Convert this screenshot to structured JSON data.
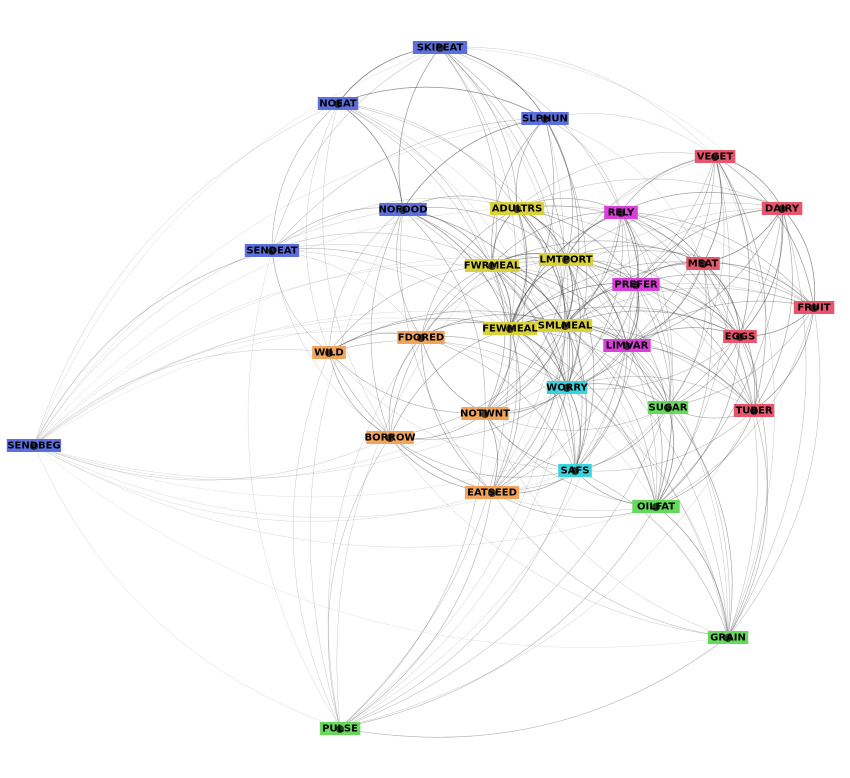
{
  "groups": {
    "blue": {
      "color": "#5c6fe0"
    },
    "yellow": {
      "color": "#d9d23a"
    },
    "magenta": {
      "color": "#d93fd9"
    },
    "red": {
      "color": "#e8566e"
    },
    "orange": {
      "color": "#f2a55a"
    },
    "cyan": {
      "color": "#3ad4df"
    },
    "green": {
      "color": "#64d95a"
    }
  },
  "nodes": [
    {
      "id": "SKIPEAT",
      "label": "SKIPEAT",
      "group": "blue"
    },
    {
      "id": "NOEAT",
      "label": "NOEAT",
      "group": "blue"
    },
    {
      "id": "SLPHUN",
      "label": "SLPHUN",
      "group": "blue"
    },
    {
      "id": "NOFOOD",
      "label": "NOFOOD",
      "group": "blue"
    },
    {
      "id": "SENDEAT",
      "label": "SENDEAT",
      "group": "blue"
    },
    {
      "id": "SENDBEG",
      "label": "SENDBEG",
      "group": "blue"
    },
    {
      "id": "ADULTRS",
      "label": "ADULTRS",
      "group": "yellow"
    },
    {
      "id": "FWRMEAL",
      "label": "FWRMEAL",
      "group": "yellow"
    },
    {
      "id": "LMTPORT",
      "label": "LMTPORT",
      "group": "yellow"
    },
    {
      "id": "FEWMEAL",
      "label": "FEWMEAL",
      "group": "yellow"
    },
    {
      "id": "SMLMEAL",
      "label": "SMLMEAL",
      "group": "yellow"
    },
    {
      "id": "RELY",
      "label": "RELY",
      "group": "magenta"
    },
    {
      "id": "PREFER",
      "label": "PREFER",
      "group": "magenta"
    },
    {
      "id": "LIMVAR",
      "label": "LIMVAR",
      "group": "magenta"
    },
    {
      "id": "VEGET",
      "label": "VEGET",
      "group": "red"
    },
    {
      "id": "DAIRY",
      "label": "DAIRY",
      "group": "red"
    },
    {
      "id": "MEAT",
      "label": "MEAT",
      "group": "red"
    },
    {
      "id": "FRUIT",
      "label": "FRUIT",
      "group": "red"
    },
    {
      "id": "EGGS",
      "label": "EGGS",
      "group": "red"
    },
    {
      "id": "TUBER",
      "label": "TUBER",
      "group": "red"
    },
    {
      "id": "WILD",
      "label": "WILD",
      "group": "orange"
    },
    {
      "id": "FDORED",
      "label": "FDORED",
      "group": "orange"
    },
    {
      "id": "NOTWNT",
      "label": "NOTWNT",
      "group": "orange"
    },
    {
      "id": "BORROW",
      "label": "BORROW",
      "group": "orange"
    },
    {
      "id": "EATSEED",
      "label": "EATSEED",
      "group": "orange"
    },
    {
      "id": "WORRY",
      "label": "WORRY",
      "group": "cyan"
    },
    {
      "id": "SAFS",
      "label": "SAFS",
      "group": "cyan"
    },
    {
      "id": "SUGAR",
      "label": "SUGAR",
      "group": "green"
    },
    {
      "id": "OILFAT",
      "label": "OILFAT",
      "group": "green"
    },
    {
      "id": "GRAIN",
      "label": "GRAIN",
      "group": "green"
    },
    {
      "id": "PULSE",
      "label": "PULSE",
      "group": "green"
    }
  ],
  "edges": [
    [
      "SKIPEAT",
      "NOEAT",
      0.9
    ],
    [
      "SKIPEAT",
      "SLPHUN",
      0.9
    ],
    [
      "SKIPEAT",
      "NOFOOD",
      0.7
    ],
    [
      "SKIPEAT",
      "SENDEAT",
      0.4
    ],
    [
      "SKIPEAT",
      "ADULTRS",
      0.5
    ],
    [
      "SKIPEAT",
      "FWRMEAL",
      0.5
    ],
    [
      "SKIPEAT",
      "LMTPORT",
      0.5
    ],
    [
      "SKIPEAT",
      "VEGET",
      0.3
    ],
    [
      "SKIPEAT",
      "RELY",
      0.4
    ],
    [
      "SKIPEAT",
      "SENDBEG",
      0.2
    ],
    [
      "SKIPEAT",
      "FEWMEAL",
      0.4
    ],
    [
      "SKIPEAT",
      "SMLMEAL",
      0.4
    ],
    [
      "SKIPEAT",
      "DAIRY",
      0.2
    ],
    [
      "SKIPEAT",
      "WORRY",
      0.3
    ],
    [
      "NOEAT",
      "SLPHUN",
      0.8
    ],
    [
      "NOEAT",
      "NOFOOD",
      0.8
    ],
    [
      "NOEAT",
      "SENDEAT",
      0.5
    ],
    [
      "NOEAT",
      "SENDBEG",
      0.3
    ],
    [
      "NOEAT",
      "FWRMEAL",
      0.4
    ],
    [
      "NOEAT",
      "FEWMEAL",
      0.4
    ],
    [
      "NOEAT",
      "WILD",
      0.3
    ],
    [
      "NOEAT",
      "BORROW",
      0.3
    ],
    [
      "NOEAT",
      "ADULTRS",
      0.4
    ],
    [
      "NOEAT",
      "LMTPORT",
      0.4
    ],
    [
      "NOEAT",
      "SMLMEAL",
      0.3
    ],
    [
      "NOEAT",
      "WORRY",
      0.3
    ],
    [
      "SLPHUN",
      "NOFOOD",
      0.8
    ],
    [
      "SLPHUN",
      "ADULTRS",
      0.6
    ],
    [
      "SLPHUN",
      "LMTPORT",
      0.6
    ],
    [
      "SLPHUN",
      "FWRMEAL",
      0.6
    ],
    [
      "SLPHUN",
      "FEWMEAL",
      0.6
    ],
    [
      "SLPHUN",
      "SMLMEAL",
      0.6
    ],
    [
      "SLPHUN",
      "SENDEAT",
      0.4
    ],
    [
      "SLPHUN",
      "WORRY",
      0.5
    ],
    [
      "SLPHUN",
      "RELY",
      0.4
    ],
    [
      "SLPHUN",
      "VEGET",
      0.3
    ],
    [
      "SLPHUN",
      "MEAT",
      0.3
    ],
    [
      "SLPHUN",
      "SENDBEG",
      0.2
    ],
    [
      "SLPHUN",
      "EATSEED",
      0.3
    ],
    [
      "NOFOOD",
      "SENDEAT",
      0.5
    ],
    [
      "NOFOOD",
      "FWRMEAL",
      0.7
    ],
    [
      "NOFOOD",
      "FEWMEAL",
      0.7
    ],
    [
      "NOFOOD",
      "SMLMEAL",
      0.6
    ],
    [
      "NOFOOD",
      "LMTPORT",
      0.6
    ],
    [
      "NOFOOD",
      "ADULTRS",
      0.6
    ],
    [
      "NOFOOD",
      "WORRY",
      0.6
    ],
    [
      "NOFOOD",
      "WILD",
      0.4
    ],
    [
      "NOFOOD",
      "FDORED",
      0.5
    ],
    [
      "NOFOOD",
      "BORROW",
      0.5
    ],
    [
      "NOFOOD",
      "NOTWNT",
      0.5
    ],
    [
      "NOFOOD",
      "SAFS",
      0.4
    ],
    [
      "NOFOOD",
      "EATSEED",
      0.4
    ],
    [
      "NOFOOD",
      "PULSE",
      0.3
    ],
    [
      "NOFOOD",
      "SENDBEG",
      0.3
    ],
    [
      "SENDEAT",
      "SENDBEG",
      0.5
    ],
    [
      "SENDEAT",
      "WILD",
      0.4
    ],
    [
      "SENDEAT",
      "FWRMEAL",
      0.4
    ],
    [
      "SENDEAT",
      "FEWMEAL",
      0.4
    ],
    [
      "SENDEAT",
      "BORROW",
      0.3
    ],
    [
      "SENDEAT",
      "FDORED",
      0.3
    ],
    [
      "SENDEAT",
      "WORRY",
      0.3
    ],
    [
      "SENDEAT",
      "PULSE",
      0.2
    ],
    [
      "SENDEAT",
      "SMLMEAL",
      0.3
    ],
    [
      "SENDEAT",
      "ADULTRS",
      0.3
    ],
    [
      "SENDBEG",
      "WILD",
      0.3
    ],
    [
      "SENDBEG",
      "BORROW",
      0.3
    ],
    [
      "SENDBEG",
      "FEWMEAL",
      0.2
    ],
    [
      "SENDBEG",
      "SMLMEAL",
      0.2
    ],
    [
      "SENDBEG",
      "WORRY",
      0.2
    ],
    [
      "SENDBEG",
      "SAFS",
      0.2
    ],
    [
      "SENDBEG",
      "PULSE",
      0.2
    ],
    [
      "SENDBEG",
      "NOTWNT",
      0.2
    ],
    [
      "SENDBEG",
      "EATSEED",
      0.2
    ],
    [
      "SENDBEG",
      "OILFAT",
      0.2
    ],
    [
      "SENDBEG",
      "SUGAR",
      0.15
    ],
    [
      "SENDBEG",
      "LMTPORT",
      0.2
    ],
    [
      "SENDBEG",
      "FWRMEAL",
      0.2
    ],
    [
      "SENDBEG",
      "FDORED",
      0.2
    ],
    [
      "SENDBEG",
      "ADULTRS",
      0.2
    ],
    [
      "SENDBEG",
      "LIMVAR",
      0.15
    ],
    [
      "SENDBEG",
      "GRAIN",
      0.15
    ],
    [
      "ADULTRS",
      "FWRMEAL",
      0.8
    ],
    [
      "ADULTRS",
      "LMTPORT",
      0.8
    ],
    [
      "ADULTRS",
      "FEWMEAL",
      0.8
    ],
    [
      "ADULTRS",
      "SMLMEAL",
      0.8
    ],
    [
      "ADULTRS",
      "RELY",
      0.6
    ],
    [
      "ADULTRS",
      "PREFER",
      0.6
    ],
    [
      "ADULTRS",
      "LIMVAR",
      0.6
    ],
    [
      "ADULTRS",
      "WORRY",
      0.7
    ],
    [
      "ADULTRS",
      "VEGET",
      0.4
    ],
    [
      "ADULTRS",
      "MEAT",
      0.5
    ],
    [
      "ADULTRS",
      "DAIRY",
      0.4
    ],
    [
      "ADULTRS",
      "NOTWNT",
      0.5
    ],
    [
      "ADULTRS",
      "FDORED",
      0.5
    ],
    [
      "ADULTRS",
      "EGGS",
      0.4
    ],
    [
      "ADULTRS",
      "FRUIT",
      0.3
    ],
    [
      "ADULTRS",
      "SAFS",
      0.5
    ],
    [
      "FWRMEAL",
      "LMTPORT",
      0.9
    ],
    [
      "FWRMEAL",
      "FEWMEAL",
      0.9
    ],
    [
      "FWRMEAL",
      "SMLMEAL",
      0.9
    ],
    [
      "FWRMEAL",
      "WORRY",
      0.7
    ],
    [
      "FWRMEAL",
      "RELY",
      0.6
    ],
    [
      "FWRMEAL",
      "PREFER",
      0.6
    ],
    [
      "FWRMEAL",
      "LIMVAR",
      0.6
    ],
    [
      "FWRMEAL",
      "FDORED",
      0.6
    ],
    [
      "FWRMEAL",
      "NOTWNT",
      0.6
    ],
    [
      "FWRMEAL",
      "BORROW",
      0.5
    ],
    [
      "FWRMEAL",
      "WILD",
      0.5
    ],
    [
      "FWRMEAL",
      "MEAT",
      0.5
    ],
    [
      "FWRMEAL",
      "EGGS",
      0.4
    ],
    [
      "FWRMEAL",
      "SAFS",
      0.5
    ],
    [
      "FWRMEAL",
      "EATSEED",
      0.5
    ],
    [
      "FWRMEAL",
      "SUGAR",
      0.4
    ],
    [
      "FWRMEAL",
      "TUBER",
      0.3
    ],
    [
      "FWRMEAL",
      "PULSE",
      0.3
    ],
    [
      "FWRMEAL",
      "OILFAT",
      0.3
    ],
    [
      "LMTPORT",
      "FEWMEAL",
      0.9
    ],
    [
      "LMTPORT",
      "SMLMEAL",
      0.9
    ],
    [
      "LMTPORT",
      "RELY",
      0.7
    ],
    [
      "LMTPORT",
      "PREFER",
      0.7
    ],
    [
      "LMTPORT",
      "LIMVAR",
      0.7
    ],
    [
      "LMTPORT",
      "WORRY",
      0.7
    ],
    [
      "LMTPORT",
      "MEAT",
      0.5
    ],
    [
      "LMTPORT",
      "VEGET",
      0.4
    ],
    [
      "LMTPORT",
      "DAIRY",
      0.4
    ],
    [
      "LMTPORT",
      "EGGS",
      0.5
    ],
    [
      "LMTPORT",
      "FRUIT",
      0.4
    ],
    [
      "LMTPORT",
      "NOTWNT",
      0.5
    ],
    [
      "LMTPORT",
      "SAFS",
      0.6
    ],
    [
      "LMTPORT",
      "SUGAR",
      0.5
    ],
    [
      "LMTPORT",
      "OILFAT",
      0.4
    ],
    [
      "LMTPORT",
      "TUBER",
      0.4
    ],
    [
      "LMTPORT",
      "FDORED",
      0.5
    ],
    [
      "LMTPORT",
      "EATSEED",
      0.4
    ],
    [
      "LMTPORT",
      "GRAIN",
      0.3
    ],
    [
      "FEWMEAL",
      "SMLMEAL",
      0.95
    ],
    [
      "FEWMEAL",
      "WORRY",
      0.8
    ],
    [
      "FEWMEAL",
      "RELY",
      0.7
    ],
    [
      "FEWMEAL",
      "PREFER",
      0.7
    ],
    [
      "FEWMEAL",
      "LIMVAR",
      0.7
    ],
    [
      "FEWMEAL",
      "FDORED",
      0.7
    ],
    [
      "FEWMEAL",
      "NOTWNT",
      0.7
    ],
    [
      "FEWMEAL",
      "BORROW",
      0.6
    ],
    [
      "FEWMEAL",
      "WILD",
      0.6
    ],
    [
      "FEWMEAL",
      "EATSEED",
      0.6
    ],
    [
      "FEWMEAL",
      "SAFS",
      0.7
    ],
    [
      "FEWMEAL",
      "MEAT",
      0.5
    ],
    [
      "FEWMEAL",
      "EGGS",
      0.5
    ],
    [
      "FEWMEAL",
      "SUGAR",
      0.5
    ],
    [
      "FEWMEAL",
      "OILFAT",
      0.5
    ],
    [
      "FEWMEAL",
      "TUBER",
      0.4
    ],
    [
      "FEWMEAL",
      "PULSE",
      0.4
    ],
    [
      "FEWMEAL",
      "GRAIN",
      0.3
    ],
    [
      "FEWMEAL",
      "FRUIT",
      0.3
    ],
    [
      "FEWMEAL",
      "DAIRY",
      0.3
    ],
    [
      "FEWMEAL",
      "VEGET",
      0.3
    ],
    [
      "SMLMEAL",
      "WORRY",
      0.8
    ],
    [
      "SMLMEAL",
      "RELY",
      0.7
    ],
    [
      "SMLMEAL",
      "PREFER",
      0.8
    ],
    [
      "SMLMEAL",
      "LIMVAR",
      0.8
    ],
    [
      "SMLMEAL",
      "FDORED",
      0.6
    ],
    [
      "SMLMEAL",
      "NOTWNT",
      0.7
    ],
    [
      "SMLMEAL",
      "BORROW",
      0.5
    ],
    [
      "SMLMEAL",
      "WILD",
      0.5
    ],
    [
      "SMLMEAL",
      "EATSEED",
      0.6
    ],
    [
      "SMLMEAL",
      "SAFS",
      0.7
    ],
    [
      "SMLMEAL",
      "MEAT",
      0.6
    ],
    [
      "SMLMEAL",
      "EGGS",
      0.6
    ],
    [
      "SMLMEAL",
      "SUGAR",
      0.6
    ],
    [
      "SMLMEAL",
      "OILFAT",
      0.5
    ],
    [
      "SMLMEAL",
      "TUBER",
      0.5
    ],
    [
      "SMLMEAL",
      "FRUIT",
      0.4
    ],
    [
      "SMLMEAL",
      "DAIRY",
      0.4
    ],
    [
      "SMLMEAL",
      "VEGET",
      0.4
    ],
    [
      "SMLMEAL",
      "GRAIN",
      0.4
    ],
    [
      "SMLMEAL",
      "PULSE",
      0.3
    ],
    [
      "RELY",
      "PREFER",
      0.8
    ],
    [
      "RELY",
      "LIMVAR",
      0.8
    ],
    [
      "RELY",
      "VEGET",
      0.6
    ],
    [
      "RELY",
      "DAIRY",
      0.6
    ],
    [
      "RELY",
      "MEAT",
      0.7
    ],
    [
      "RELY",
      "EGGS",
      0.6
    ],
    [
      "RELY",
      "FRUIT",
      0.5
    ],
    [
      "RELY",
      "TUBER",
      0.5
    ],
    [
      "RELY",
      "WORRY",
      0.5
    ],
    [
      "RELY",
      "SUGAR",
      0.4
    ],
    [
      "RELY",
      "OILFAT",
      0.4
    ],
    [
      "RELY",
      "NOTWNT",
      0.4
    ],
    [
      "RELY",
      "SAFS",
      0.4
    ],
    [
      "PREFER",
      "LIMVAR",
      0.9
    ],
    [
      "PREFER",
      "MEAT",
      0.7
    ],
    [
      "PREFER",
      "EGGS",
      0.7
    ],
    [
      "PREFER",
      "FRUIT",
      0.6
    ],
    [
      "PREFER",
      "DAIRY",
      0.6
    ],
    [
      "PREFER",
      "VEGET",
      0.6
    ],
    [
      "PREFER",
      "TUBER",
      0.6
    ],
    [
      "PREFER",
      "WORRY",
      0.6
    ],
    [
      "PREFER",
      "SUGAR",
      0.5
    ],
    [
      "PREFER",
      "OILFAT",
      0.5
    ],
    [
      "PREFER",
      "SAFS",
      0.5
    ],
    [
      "PREFER",
      "NOTWNT",
      0.4
    ],
    [
      "LIMVAR",
      "MEAT",
      0.7
    ],
    [
      "LIMVAR",
      "EGGS",
      0.7
    ],
    [
      "LIMVAR",
      "FRUIT",
      0.6
    ],
    [
      "LIMVAR",
      "DAIRY",
      0.6
    ],
    [
      "LIMVAR",
      "VEGET",
      0.5
    ],
    [
      "LIMVAR",
      "TUBER",
      0.6
    ],
    [
      "LIMVAR",
      "WORRY",
      0.7
    ],
    [
      "LIMVAR",
      "SUGAR",
      0.6
    ],
    [
      "LIMVAR",
      "OILFAT",
      0.6
    ],
    [
      "LIMVAR",
      "SAFS",
      0.6
    ],
    [
      "LIMVAR",
      "NOTWNT",
      0.5
    ],
    [
      "LIMVAR",
      "EATSEED",
      0.4
    ],
    [
      "LIMVAR",
      "GRAIN",
      0.4
    ],
    [
      "LIMVAR",
      "PULSE",
      0.3
    ],
    [
      "VEGET",
      "DAIRY",
      0.8
    ],
    [
      "VEGET",
      "MEAT",
      0.8
    ],
    [
      "VEGET",
      "FRUIT",
      0.7
    ],
    [
      "VEGET",
      "EGGS",
      0.7
    ],
    [
      "VEGET",
      "TUBER",
      0.6
    ],
    [
      "VEGET",
      "SUGAR",
      0.4
    ],
    [
      "VEGET",
      "OILFAT",
      0.4
    ],
    [
      "VEGET",
      "GRAIN",
      0.3
    ],
    [
      "DAIRY",
      "MEAT",
      0.8
    ],
    [
      "DAIRY",
      "FRUIT",
      0.8
    ],
    [
      "DAIRY",
      "EGGS",
      0.8
    ],
    [
      "DAIRY",
      "TUBER",
      0.6
    ],
    [
      "DAIRY",
      "SUGAR",
      0.5
    ],
    [
      "DAIRY",
      "OILFAT",
      0.5
    ],
    [
      "DAIRY",
      "GRAIN",
      0.4
    ],
    [
      "MEAT",
      "FRUIT",
      0.7
    ],
    [
      "MEAT",
      "EGGS",
      0.9
    ],
    [
      "MEAT",
      "TUBER",
      0.6
    ],
    [
      "MEAT",
      "SUGAR",
      0.5
    ],
    [
      "MEAT",
      "OILFAT",
      0.5
    ],
    [
      "MEAT",
      "GRAIN",
      0.4
    ],
    [
      "MEAT",
      "WORRY",
      0.4
    ],
    [
      "FRUIT",
      "EGGS",
      0.8
    ],
    [
      "FRUIT",
      "TUBER",
      0.7
    ],
    [
      "FRUIT",
      "SUGAR",
      0.5
    ],
    [
      "FRUIT",
      "OILFAT",
      0.4
    ],
    [
      "FRUIT",
      "GRAIN",
      0.4
    ],
    [
      "EGGS",
      "TUBER",
      0.7
    ],
    [
      "EGGS",
      "SUGAR",
      0.6
    ],
    [
      "EGGS",
      "OILFAT",
      0.6
    ],
    [
      "EGGS",
      "GRAIN",
      0.5
    ],
    [
      "EGGS",
      "WORRY",
      0.4
    ],
    [
      "TUBER",
      "SUGAR",
      0.6
    ],
    [
      "TUBER",
      "OILFAT",
      0.6
    ],
    [
      "TUBER",
      "GRAIN",
      0.5
    ],
    [
      "TUBER",
      "PULSE",
      0.3
    ],
    [
      "WILD",
      "FDORED",
      0.6
    ],
    [
      "WILD",
      "BORROW",
      0.6
    ],
    [
      "WILD",
      "NOTWNT",
      0.5
    ],
    [
      "WILD",
      "EATSEED",
      0.5
    ],
    [
      "WILD",
      "PULSE",
      0.3
    ],
    [
      "WILD",
      "SAFS",
      0.3
    ],
    [
      "WILD",
      "WORRY",
      0.4
    ],
    [
      "FDORED",
      "NOTWNT",
      0.7
    ],
    [
      "FDORED",
      "BORROW",
      0.6
    ],
    [
      "FDORED",
      "EATSEED",
      0.6
    ],
    [
      "FDORED",
      "WORRY",
      0.6
    ],
    [
      "FDORED",
      "SAFS",
      0.5
    ],
    [
      "FDORED",
      "PULSE",
      0.3
    ],
    [
      "FDORED",
      "OILFAT",
      0.3
    ],
    [
      "NOTWNT",
      "BORROW",
      0.6
    ],
    [
      "NOTWNT",
      "EATSEED",
      0.7
    ],
    [
      "NOTWNT",
      "WORRY",
      0.7
    ],
    [
      "NOTWNT",
      "SAFS",
      0.6
    ],
    [
      "NOTWNT",
      "SUGAR",
      0.4
    ],
    [
      "NOTWNT",
      "OILFAT",
      0.4
    ],
    [
      "NOTWNT",
      "PULSE",
      0.4
    ],
    [
      "NOTWNT",
      "GRAIN",
      0.3
    ],
    [
      "BORROW",
      "EATSEED",
      0.6
    ],
    [
      "BORROW",
      "WORRY",
      0.5
    ],
    [
      "BORROW",
      "SAFS",
      0.5
    ],
    [
      "BORROW",
      "PULSE",
      0.4
    ],
    [
      "BORROW",
      "OILFAT",
      0.3
    ],
    [
      "BORROW",
      "GRAIN",
      0.3
    ],
    [
      "EATSEED",
      "WORRY",
      0.6
    ],
    [
      "EATSEED",
      "SAFS",
      0.7
    ],
    [
      "EATSEED",
      "PULSE",
      0.5
    ],
    [
      "EATSEED",
      "OILFAT",
      0.5
    ],
    [
      "EATSEED",
      "GRAIN",
      0.4
    ],
    [
      "EATSEED",
      "SUGAR",
      0.4
    ],
    [
      "WORRY",
      "SAFS",
      0.8
    ],
    [
      "WORRY",
      "SUGAR",
      0.6
    ],
    [
      "WORRY",
      "OILFAT",
      0.5
    ],
    [
      "WORRY",
      "GRAIN",
      0.4
    ],
    [
      "WORRY",
      "PULSE",
      0.3
    ],
    [
      "WORRY",
      "TUBER",
      0.4
    ],
    [
      "SAFS",
      "SUGAR",
      0.6
    ],
    [
      "SAFS",
      "OILFAT",
      0.6
    ],
    [
      "SAFS",
      "GRAIN",
      0.5
    ],
    [
      "SAFS",
      "PULSE",
      0.4
    ],
    [
      "SAFS",
      "TUBER",
      0.4
    ],
    [
      "SUGAR",
      "OILFAT",
      0.8
    ],
    [
      "SUGAR",
      "GRAIN",
      0.6
    ],
    [
      "SUGAR",
      "PULSE",
      0.4
    ],
    [
      "OILFAT",
      "GRAIN",
      0.7
    ],
    [
      "OILFAT",
      "PULSE",
      0.5
    ],
    [
      "GRAIN",
      "PULSE",
      0.5
    ]
  ]
}
